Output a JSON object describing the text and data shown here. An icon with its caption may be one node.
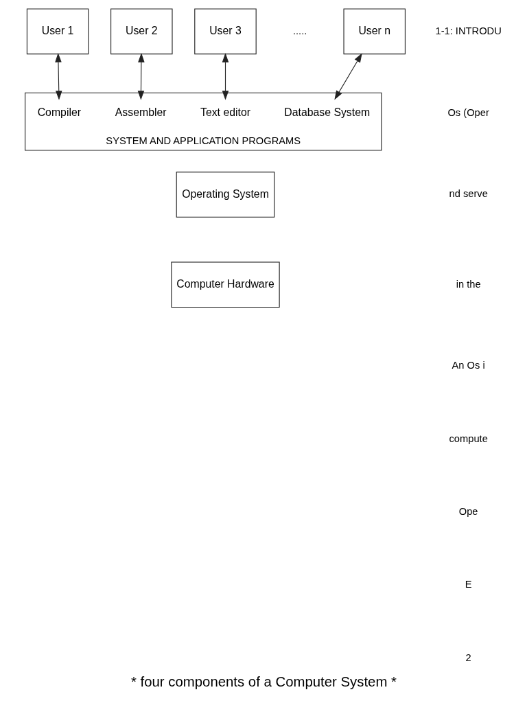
{
  "diagram": {
    "caption": "* four components of a Computer System *",
    "nodes": [
      {
        "text": [
          "User 1"
        ]
      },
      {
        "text": [
          "User 2"
        ]
      },
      {
        "text": [
          "User 3"
        ]
      },
      {
        "text": [
          "User n"
        ]
      },
      {
        "text": [
          "SYSTEM AND APPLICATION PROGRAMS"
        ]
      },
      {
        "text": [
          "Compiler"
        ],
        "in": 4
      },
      {
        "text": [
          "Assembler"
        ],
        "in": 4
      },
      {
        "text": [
          "Text editor"
        ],
        "in": 4
      },
      {
        "text": [
          "Database System"
        ],
        "in": 4
      },
      {
        "text": [
          "Operating System"
        ]
      },
      {
        "text": [
          "Computer Hardware"
        ]
      }
    ],
    "edges": [
      {
        "from": 0,
        "to": 5,
        "arrow": "both"
      },
      {
        "from": 1,
        "to": 6,
        "arrow": "both"
      },
      {
        "from": 2,
        "to": 7,
        "arrow": "both"
      },
      {
        "from": 3,
        "to": 8,
        "arrow": "both"
      }
    ],
    "labels": [
      ".....",
      "1-1: INTRODU",
      "Os (Oper",
      "nd serve",
      "in the",
      "An Os i",
      "compute",
      "Ope",
      "E",
      "2"
    ]
  }
}
